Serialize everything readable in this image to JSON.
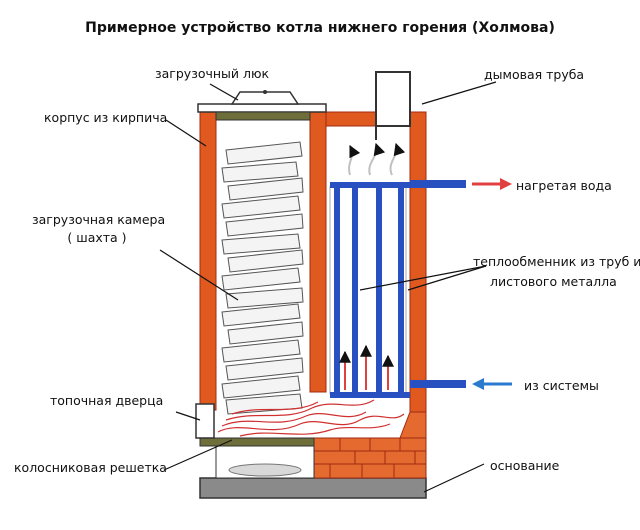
{
  "title": "Примерное устройство котла нижнего горения (Холмова)",
  "labels": {
    "hatch": "загрузочный люк",
    "chimney": "дымовая труба",
    "brick_body": "корпус из кирпича",
    "hot_water": "нагретая вода",
    "chamber_line1": "загрузочная камера",
    "chamber_line2": "( шахта )",
    "exchanger_line1": "теплообменник из труб и",
    "exchanger_line2": "листового металла",
    "from_system": "из системы",
    "firebox_door": "топочная дверца",
    "grate": "колосниковая решетка",
    "base": "основание"
  },
  "colors": {
    "brick": "#e05a20",
    "brick_dark": "#a02a10",
    "olive": "#6e6e3a",
    "pipe_blue": "#2850c0",
    "hot_arrow": "#e04040",
    "cold_arrow": "#2a7ad0",
    "flame": "#d03030",
    "smoke": "#c0c0c0",
    "base_grey": "#8a8a8a"
  }
}
